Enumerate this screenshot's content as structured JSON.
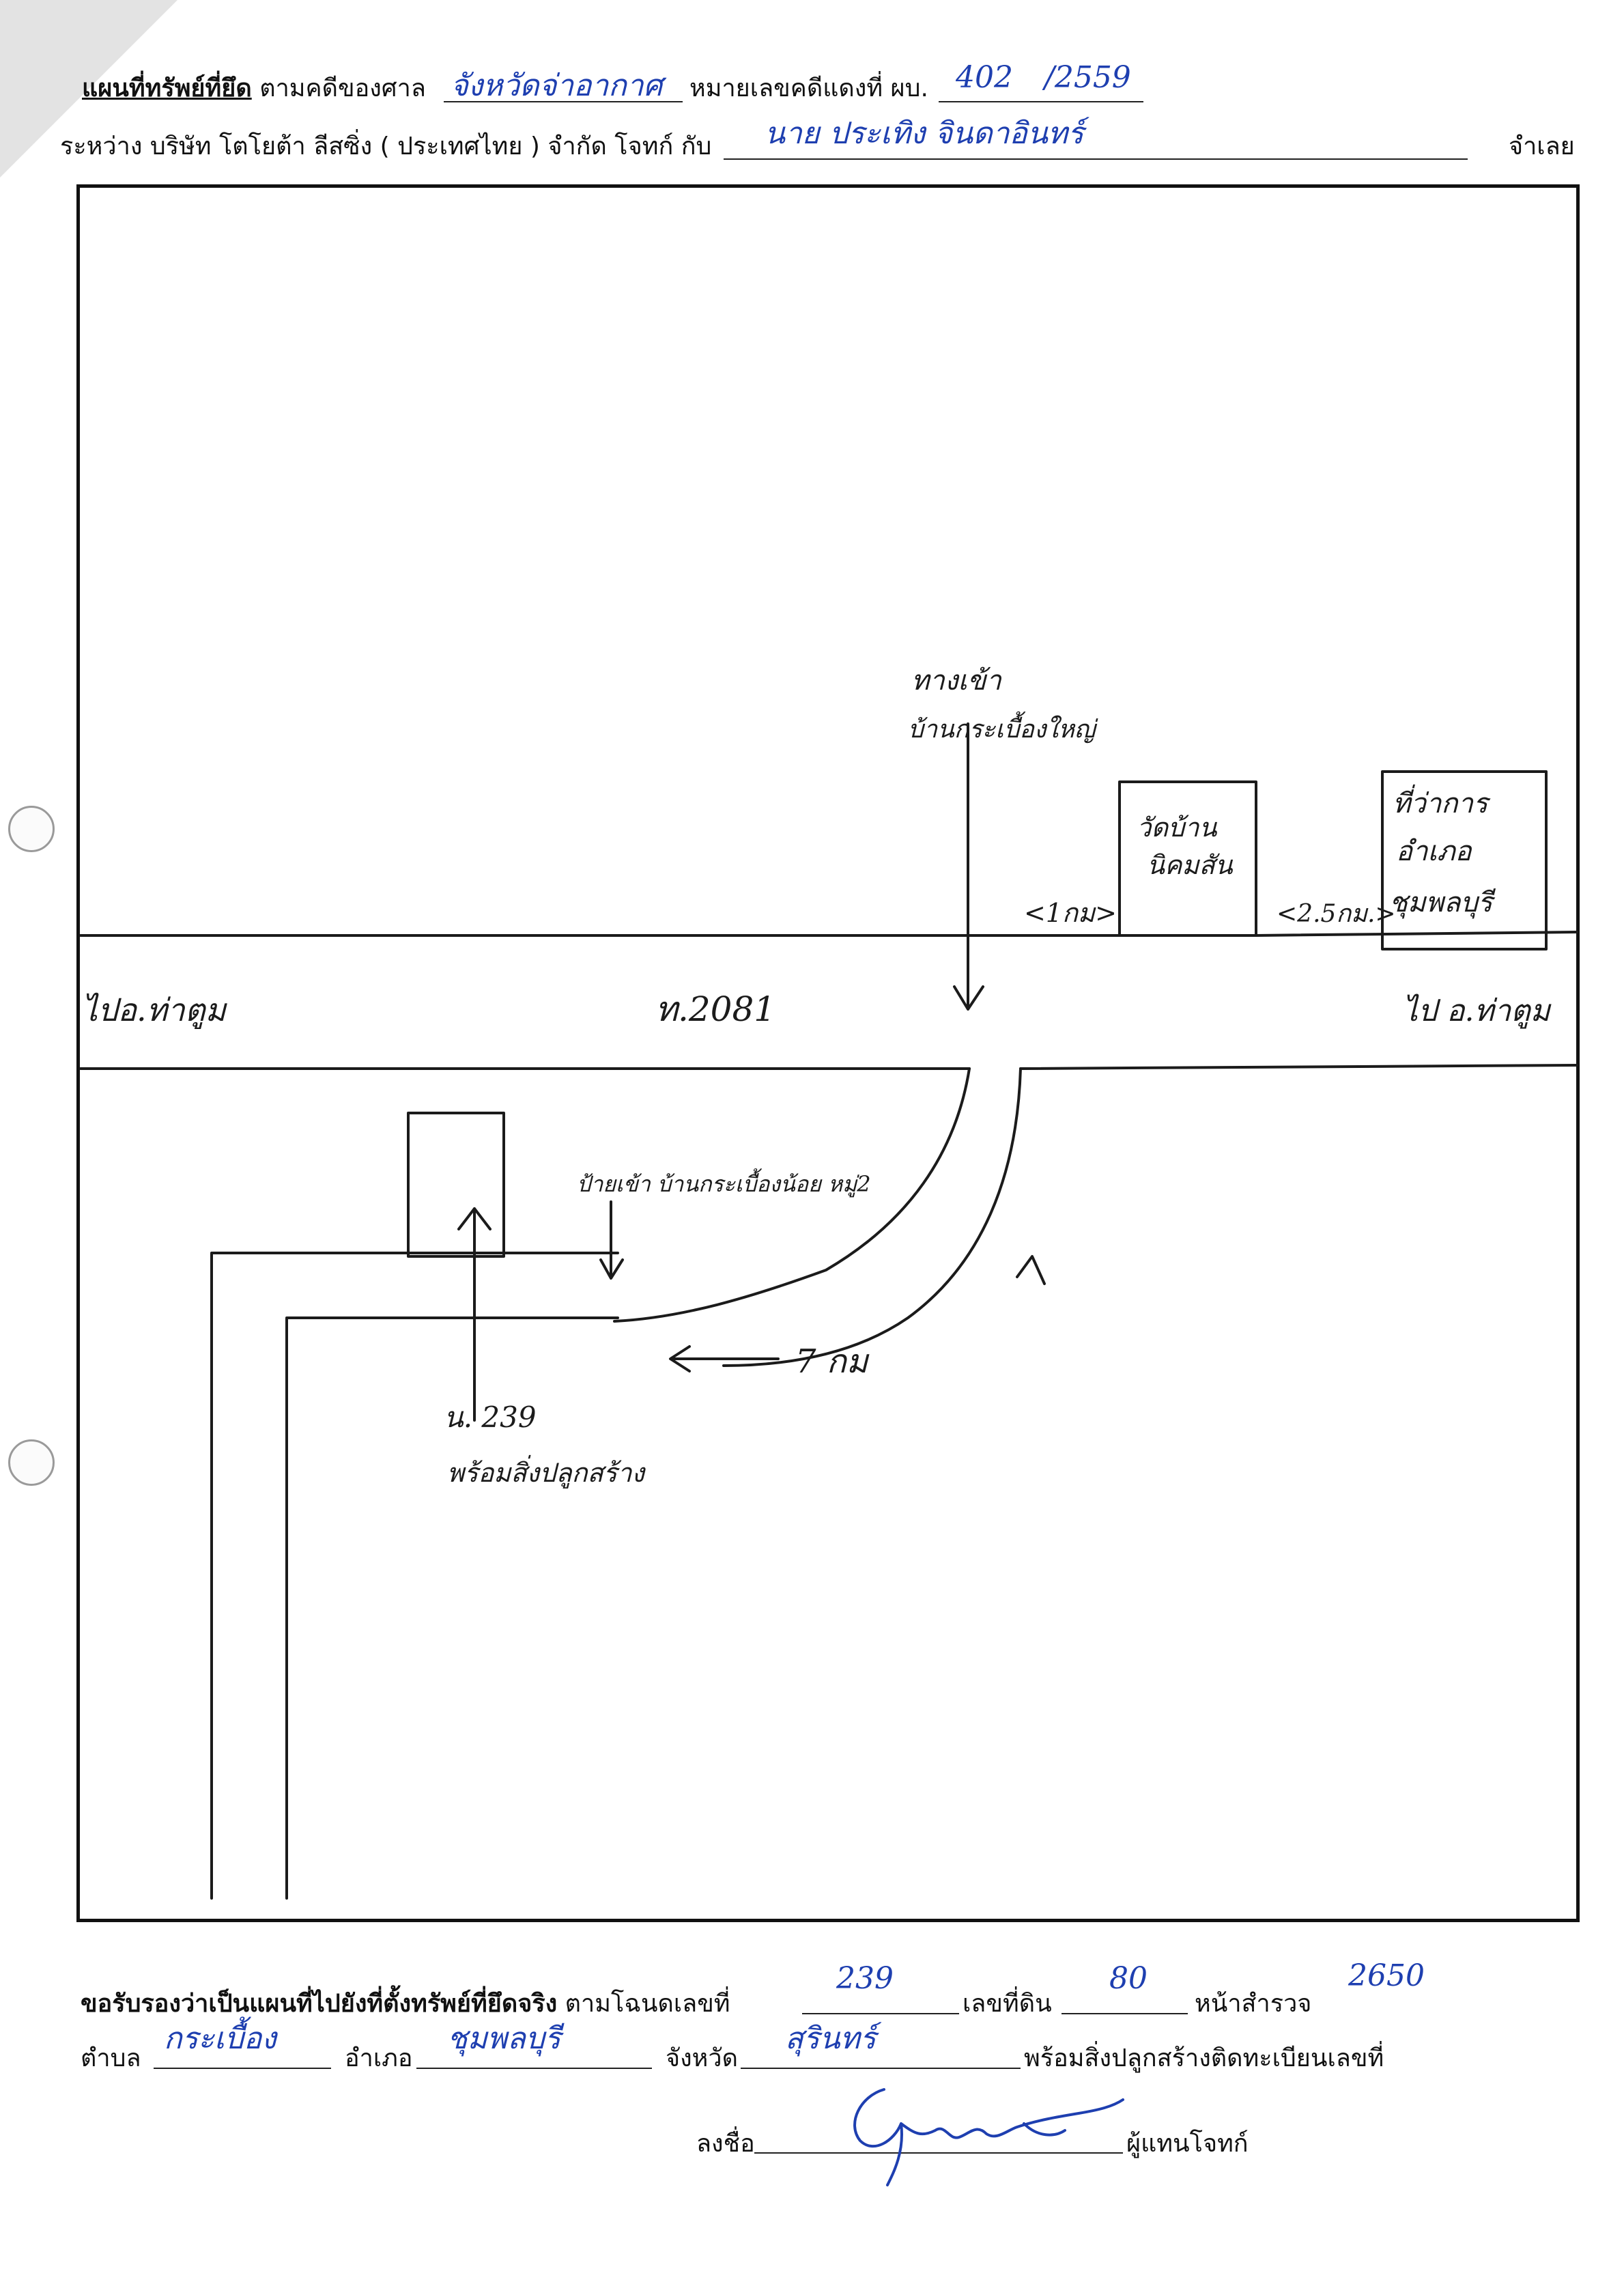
{
  "header": {
    "title_label": "แผนที่ทรัพย์ที่ยึด",
    "court_label": "ตามคดีของศาล",
    "court_value": "จังหวัดจ่าอากาศ",
    "case_label": "หมายเลขคดีแดงที่ ผบ.",
    "case_no": "402",
    "case_year": "/2559",
    "between_label": "ระหว่าง บริษัท โตโยต้า ลีสซิ่ง ( ประเทศไทย ) จำกัด  โจทก์ กับ",
    "defendant_value": "นาย ประเทิง จินดาอินทร์",
    "defendant_role": "จำเลย"
  },
  "map": {
    "label_direction_north": "ทางเข้า",
    "label_village_big": "บ้านกระเบื้องใหญ่",
    "label_temple_line1": "วัดบ้าน",
    "label_temple_line2": "นิคมสัน",
    "label_office_line1": "ที่ว่าการ",
    "label_office_line2": "อำเภอ",
    "label_office_line3": "ชุมพลบุรี",
    "label_dist_1km": "<1กม>",
    "label_dist_25km": "<2.5กม.>",
    "label_to_left": "ไปอ.ท่าตูม",
    "label_road": "ท.2081",
    "label_to_right": "ไป อ.ท่าตูม",
    "label_sign_village": "ป้ายเข้า บ้านกระเบื้องน้อย หมู่2",
    "label_dist_7km": "7 กม",
    "label_plot_line1": "น. 239",
    "label_plot_line2": "พร้อมสิ่งปลูกสร้าง"
  },
  "footer": {
    "certify_bold": "ขอรับรองว่าเป็นแผนที่ไปยังที่ตั้งทรัพย์ที่ยึดจริง",
    "deed_label": "ตามโฉนดเลขที่",
    "deed_no": "239",
    "land_no_label": "เลขที่ดิน",
    "land_no": "80",
    "survey_label": "หน้าสำรวจ",
    "survey_no": "2650",
    "subdistrict_label": "ตำบล",
    "subdistrict_value": "กระเบื้อง",
    "district_label": "อำเภอ",
    "district_value": "ชุมพลบุรี",
    "province_label": "จังหวัด",
    "province_value": "สุรินทร์",
    "building_label": "พร้อมสิ่งปลูกสร้างติดทะเบียนเลขที่",
    "sign_label": "ลงชื่อ",
    "signer_role": "ผู้แทนโจทก์"
  }
}
